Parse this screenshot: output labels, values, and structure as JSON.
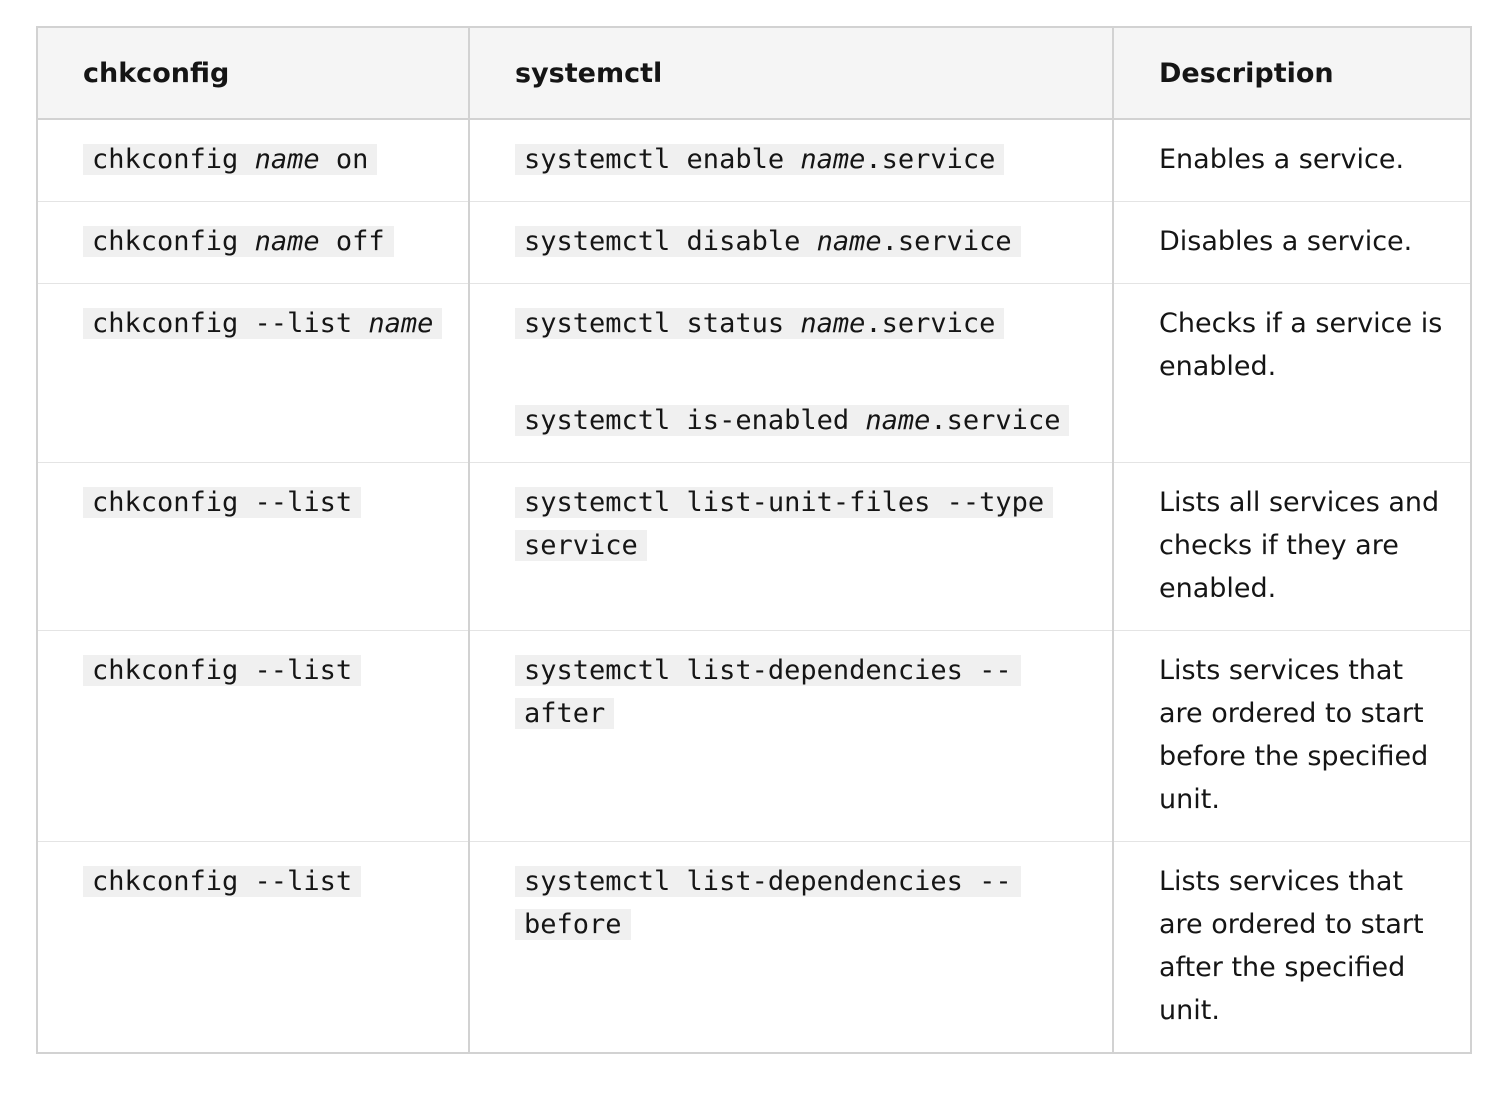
{
  "table": {
    "headers": {
      "chkconfig": "chkconfig",
      "systemctl": "systemctl",
      "description": "Description"
    },
    "rows": [
      {
        "chkconfig": [
          {
            "pre": "chkconfig ",
            "var": "name",
            "post": " on"
          }
        ],
        "systemctl": [
          {
            "pre": "systemctl enable ",
            "var": "name",
            "post": ".service"
          }
        ],
        "description": "Enables a service."
      },
      {
        "chkconfig": [
          {
            "pre": "chkconfig ",
            "var": "name",
            "post": " off"
          }
        ],
        "systemctl": [
          {
            "pre": "systemctl disable ",
            "var": "name",
            "post": ".service"
          }
        ],
        "description": "Disables a service."
      },
      {
        "chkconfig": [
          {
            "pre": "chkconfig --list ",
            "var": "name",
            "post": ""
          }
        ],
        "systemctl": [
          {
            "pre": "systemctl status ",
            "var": "name",
            "post": ".service"
          },
          {
            "pre": "systemctl is-enabled ",
            "var": "name",
            "post": ".service"
          }
        ],
        "description": "Checks if a service is enabled."
      },
      {
        "chkconfig": [
          {
            "pre": "chkconfig --list",
            "var": "",
            "post": ""
          }
        ],
        "systemctl": [
          {
            "pre": "systemctl list-unit-files --type service",
            "var": "",
            "post": ""
          }
        ],
        "description": "Lists all services and checks if they are enabled."
      },
      {
        "chkconfig": [
          {
            "pre": "chkconfig --list",
            "var": "",
            "post": ""
          }
        ],
        "systemctl": [
          {
            "pre": "systemctl list-dependencies --after",
            "var": "",
            "post": ""
          }
        ],
        "description": "Lists services that are ordered to start before the specified unit."
      },
      {
        "chkconfig": [
          {
            "pre": "chkconfig --list",
            "var": "",
            "post": ""
          }
        ],
        "systemctl": [
          {
            "pre": "systemctl list-dependencies --before",
            "var": "",
            "post": ""
          }
        ],
        "description": "Lists services that are ordered to start after the specified unit."
      }
    ]
  }
}
